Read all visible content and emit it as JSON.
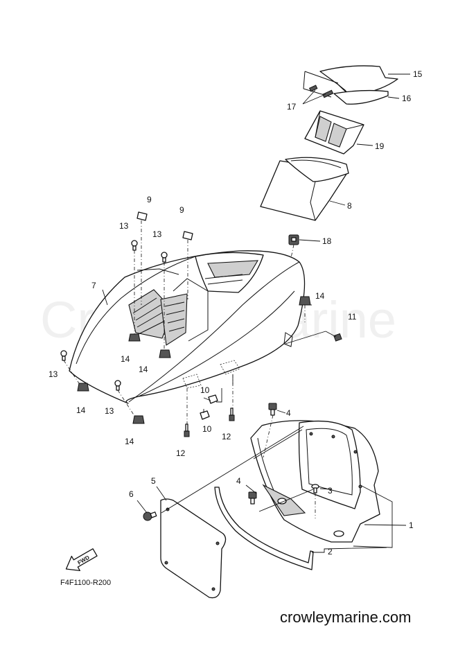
{
  "watermark": "Crowley Marine",
  "part_code": "F4F1100-R200",
  "site": "crowleymarine.com",
  "fwd_label": "FWD",
  "callouts": {
    "c1": "1",
    "c2": "2",
    "c3": "3",
    "c4a": "4",
    "c4b": "4",
    "c5": "5",
    "c6": "6",
    "c7": "7",
    "c8": "8",
    "c9a": "9",
    "c9b": "9",
    "c10a": "10",
    "c10b": "10",
    "c11": "11",
    "c12a": "12",
    "c12b": "12",
    "c13a": "13",
    "c13b": "13",
    "c13c": "13",
    "c13d": "13",
    "c14a": "14",
    "c14b": "14",
    "c14c": "14",
    "c14d": "14",
    "c14e": "14",
    "c15": "15",
    "c16": "16",
    "c17": "17",
    "c18": "18",
    "c19": "19"
  }
}
